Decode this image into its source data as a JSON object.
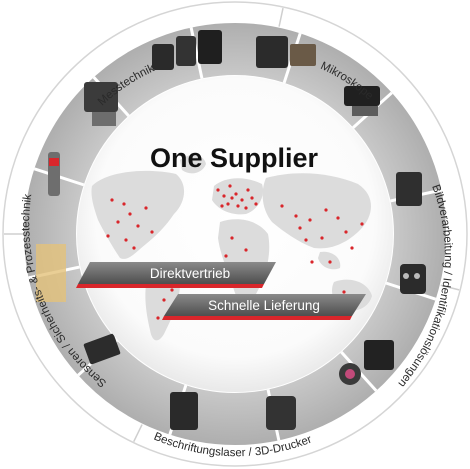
{
  "center": {
    "title": "One Supplier",
    "banner_primary": "Direktvertrieb",
    "banner_secondary": "Schnelle Lieferung"
  },
  "segments": [
    {
      "label": "Messtechnik"
    },
    {
      "label": "Mikroskope"
    },
    {
      "label": "Bildverarbeitung / Identifikationslösungen"
    },
    {
      "label": "Beschriftungslaser / 3D-Drucker"
    },
    {
      "label": "Sensoren / Sicherheits- & Prozesstechnik"
    }
  ],
  "colors": {
    "accent_red": "#d9262b",
    "map_land": "#dcdcdc",
    "banner_dark": "#5f5f5f",
    "ring_white": "#ffffff"
  }
}
